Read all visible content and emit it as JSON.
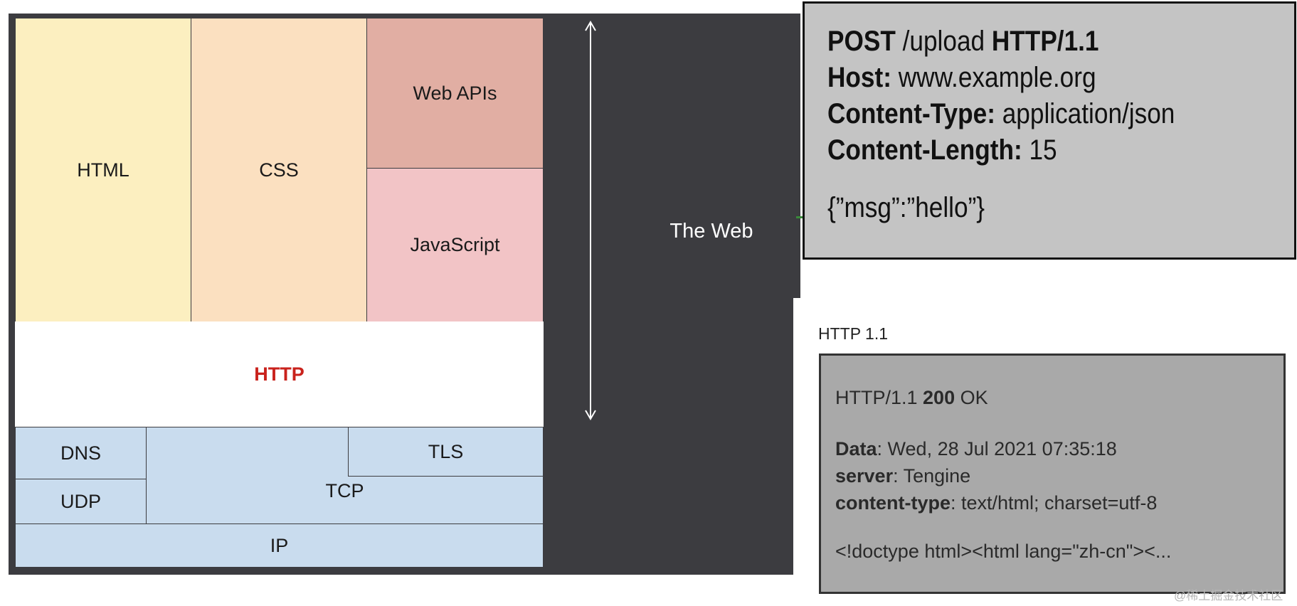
{
  "stack": {
    "html": "HTML",
    "css": "CSS",
    "web_apis": "Web APIs",
    "javascript": "JavaScript",
    "http": "HTTP",
    "dns": "DNS",
    "udp": "UDP",
    "tcp": "TCP",
    "tls": "TLS",
    "ip": "IP"
  },
  "web_label": "The Web",
  "request": {
    "method": "POST",
    "path": " /upload ",
    "version": "HTTP/1.1",
    "host_key": "Host:",
    "host_val": " www.example.org",
    "ctype_key": "Content-Type:",
    "ctype_val": " application/json",
    "clen_key": "Content-Length:",
    "clen_val": " 15",
    "body": "{”msg”:”hello”}"
  },
  "response": {
    "caption": "HTTP 1.1",
    "status_prefix": "HTTP/1.1 ",
    "status_code": "200",
    "status_text": " OK",
    "date_key": "Data",
    "date_val": ": Wed, 28 Jul 2021 07:35:18",
    "server_key": "server",
    "server_val": ": Tengine",
    "ctype_key": "content-type",
    "ctype_val": ": text/html; charset=utf-8",
    "body": "<!doctype html><html lang=\"zh-cn\"><..."
  },
  "watermark": "@稀土掘金技术社区",
  "colors": {
    "dark_panel": "#3c3c40",
    "html": "#fcefc0",
    "css": "#fbe0c0",
    "web_apis": "#e1aea3",
    "javascript": "#f2c4c6",
    "http_text": "#c9221c",
    "network": "#c9dcee",
    "request_box": "#c4c4c4",
    "response_box": "#a9a9a9"
  }
}
